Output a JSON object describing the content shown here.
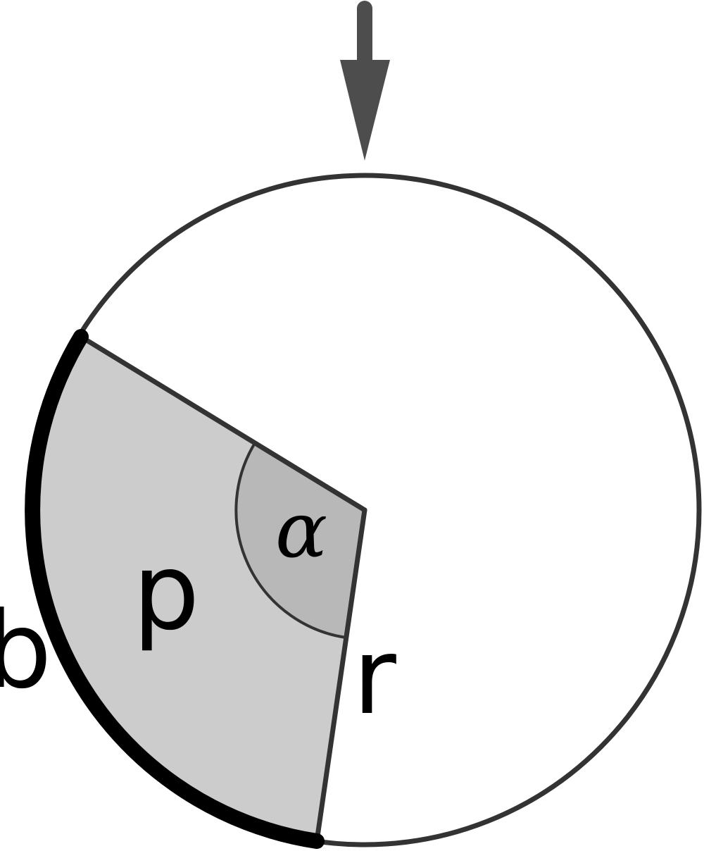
{
  "labels": {
    "sector_area": "p",
    "arc": "b",
    "radius": "r",
    "angle": "α"
  },
  "colors": {
    "outline": "#333333",
    "arc_highlight": "#000000",
    "sector_fill": "#cccccc",
    "angle_fill": "#b8b8b8",
    "arrow": "#4d4d4d",
    "background": "#ffffff"
  },
  "icons": {
    "pointer": "down-arrow-icon"
  }
}
